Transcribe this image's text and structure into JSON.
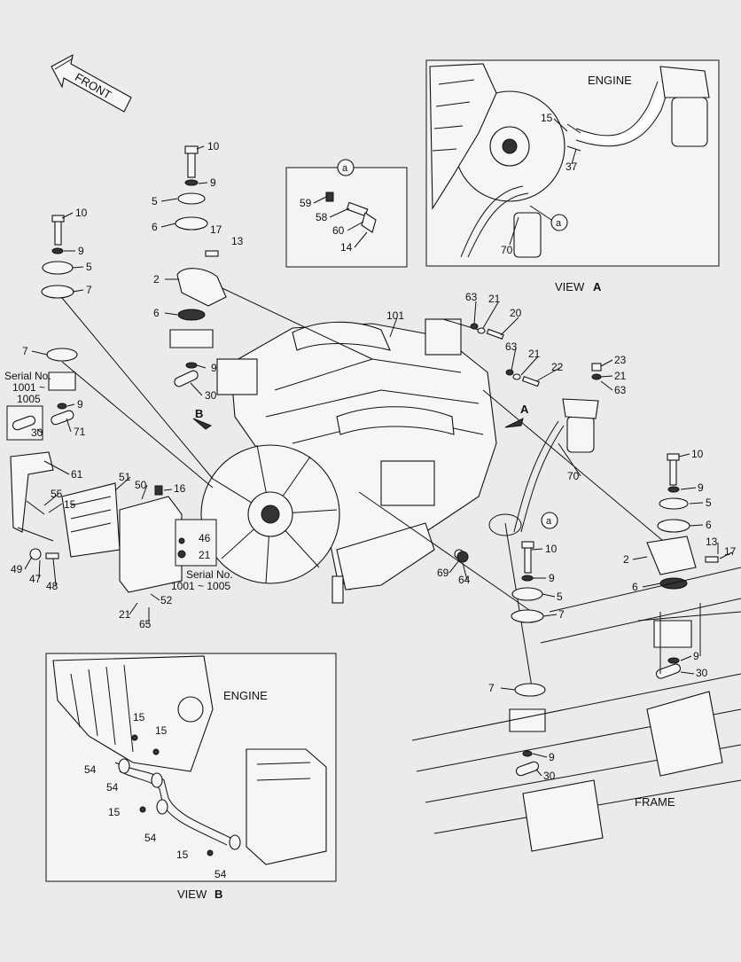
{
  "front_label": "FRONT",
  "view_a": {
    "title": "VIEW",
    "letter": "A",
    "engine_label": "ENGINE",
    "labels": [
      "15",
      "37",
      "70"
    ],
    "callout": "a"
  },
  "view_b": {
    "title": "VIEW",
    "letter": "B",
    "engine_label": "ENGINE",
    "labels": [
      "15",
      "15",
      "54",
      "54",
      "15",
      "54",
      "15",
      "54"
    ]
  },
  "detail_a": {
    "callout": "a",
    "labels": [
      "59",
      "58",
      "60",
      "14"
    ]
  },
  "frame_label": "FRAME",
  "arrows": {
    "a": "A",
    "b": "B"
  },
  "serial_1": {
    "line1": "Serial No.",
    "line2": "1001 ~",
    "line3": "1005"
  },
  "serial_2": {
    "line1": "Serial No.",
    "line2": "1001 ~ 1005"
  },
  "callout_a": "a",
  "main_labels": {
    "l10a": "10",
    "l9a": "9",
    "l5a": "5",
    "l6a": "6",
    "l17a": "17",
    "l13a": "13",
    "l2a": "2",
    "l6b": "6",
    "l9b": "9",
    "l30a": "30",
    "l10b": "10",
    "l9c": "9",
    "l5b": "5",
    "l7a": "7",
    "l7b": "7",
    "l9d": "9",
    "l30b": "30",
    "l71": "71",
    "l61": "61",
    "l55": "55",
    "l15a": "15",
    "l51": "51",
    "l50": "50",
    "l16": "16",
    "l46": "46",
    "l21a": "21",
    "l49": "49",
    "l47": "47",
    "l48": "48",
    "l21b": "21",
    "l52": "52",
    "l65": "65",
    "l101": "101",
    "l63a": "63",
    "l21c": "21",
    "l20": "20",
    "l63b": "63",
    "l21d": "21",
    "l22": "22",
    "l23": "23",
    "l21e": "21",
    "l63c": "63",
    "l70": "70",
    "l10c": "10",
    "l9e": "9",
    "l5c": "5",
    "l6c": "6",
    "l2b": "2",
    "l13b": "13",
    "l17b": "17",
    "l6d": "6",
    "l9f": "9",
    "l30c": "30",
    "l69": "69",
    "l64": "64",
    "l10d": "10",
    "l9g": "9",
    "l5d": "5",
    "l7c": "7",
    "l7d": "7",
    "l9h": "9",
    "l30d": "30"
  }
}
